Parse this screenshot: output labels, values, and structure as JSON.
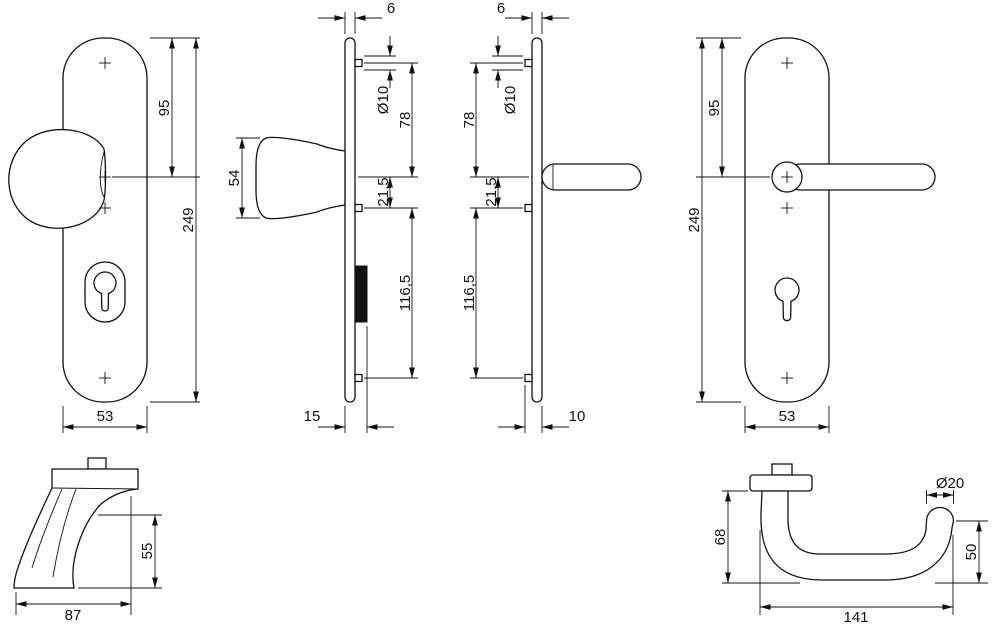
{
  "dims": {
    "front_knob": {
      "h95": "95",
      "h249": "249",
      "w53": "53"
    },
    "profile_knob": {
      "t6": "6",
      "d54": "54",
      "d10": "Ø10",
      "s78": "78",
      "s21_5": "21,5",
      "s116_5": "116,5",
      "b15": "15"
    },
    "profile_lever": {
      "t6": "6",
      "d10": "Ø10",
      "s78": "78",
      "s21_5": "21,5",
      "s116_5": "116,5",
      "b10": "10"
    },
    "front_lever": {
      "h95": "95",
      "h249": "249",
      "w53": "53"
    },
    "knob_side": {
      "h55": "55",
      "w87": "87"
    },
    "lever_side": {
      "h68": "68",
      "d20": "Ø20",
      "h50": "50",
      "w141": "141"
    }
  }
}
